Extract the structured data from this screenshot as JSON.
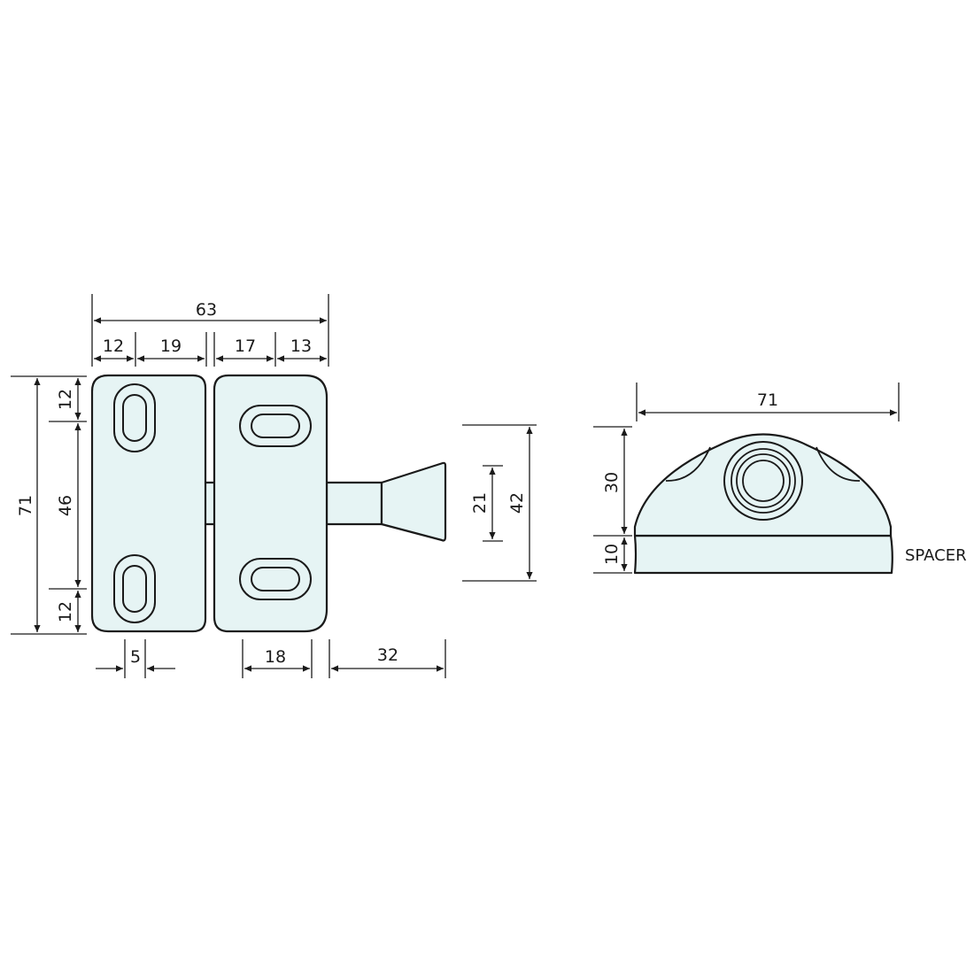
{
  "front_view": {
    "dimensions": {
      "overall_width": "63",
      "left_plate_hole_offset": "12",
      "left_plate_remainder": "19",
      "right_plate_hole_offset": "17",
      "right_plate_remainder": "13",
      "overall_height": "71",
      "top_hole_offset": "12",
      "hole_spacing": "46",
      "bottom_hole_offset": "12",
      "slot_width": "5",
      "right_slot_length": "18",
      "plunger_length": "32",
      "plunger_head": "21",
      "keeper_height": "42"
    }
  },
  "side_view": {
    "dimensions": {
      "width": "71",
      "body_height": "30",
      "spacer_height": "10"
    },
    "spacer_label": "SPACER"
  },
  "colors": {
    "part_fill": "#e6f4f4",
    "line": "#1a1a1a",
    "background": "#ffffff"
  }
}
